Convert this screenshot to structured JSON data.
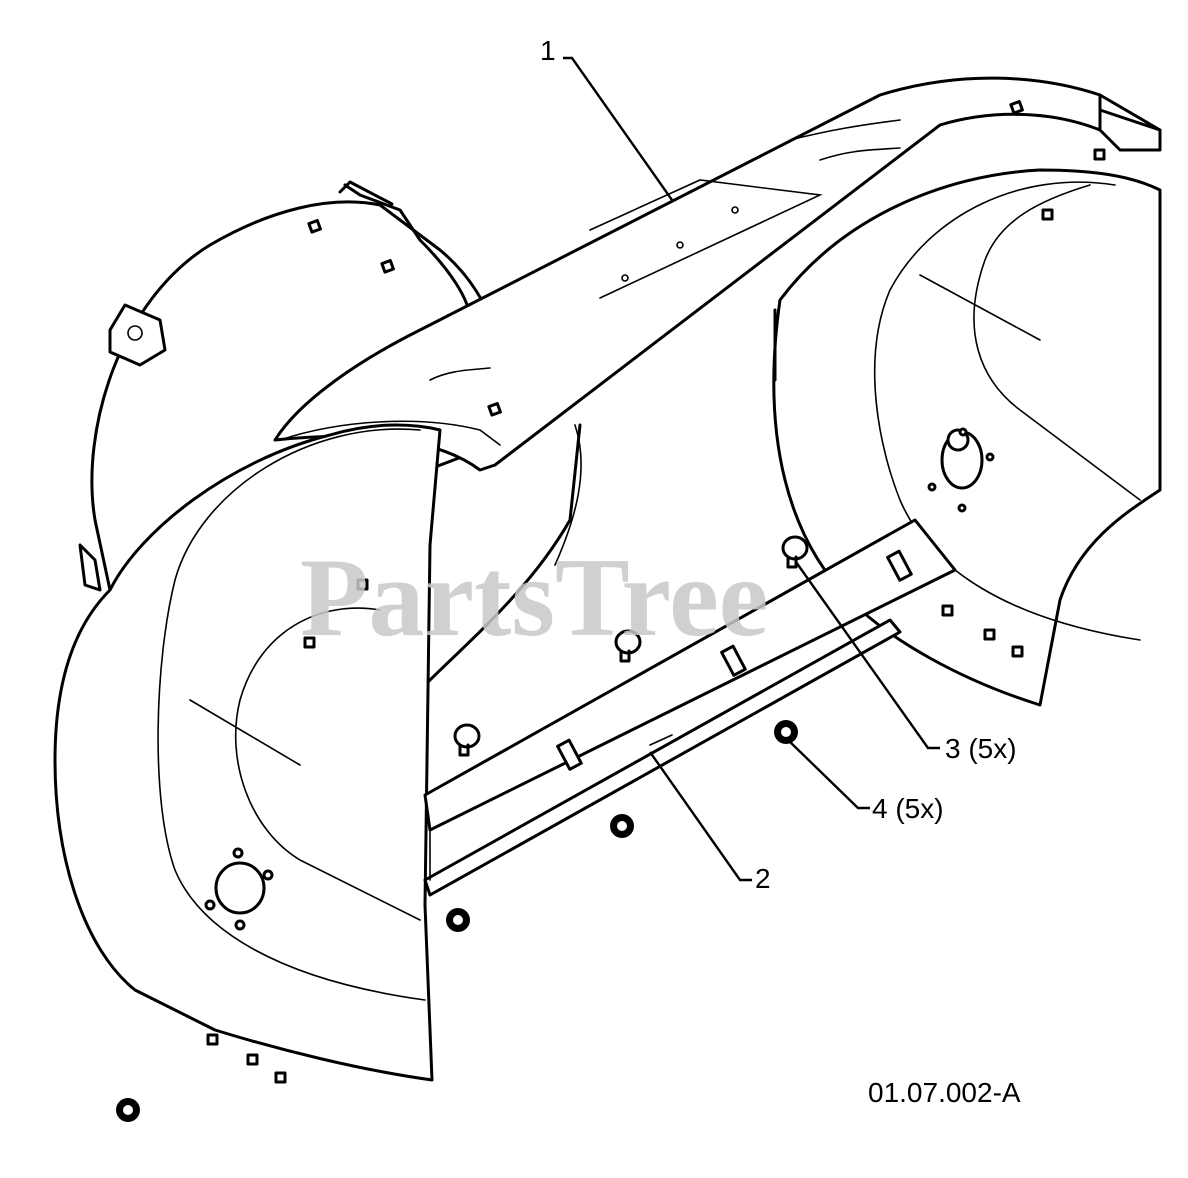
{
  "watermark": "PartsTree",
  "reference_code": "01.07.002-A",
  "callouts": [
    {
      "id": "1",
      "label": "1"
    },
    {
      "id": "2",
      "label": "2"
    },
    {
      "id": "3",
      "label": "3 (5x)"
    },
    {
      "id": "4",
      "label": "4 (5x)"
    }
  ]
}
